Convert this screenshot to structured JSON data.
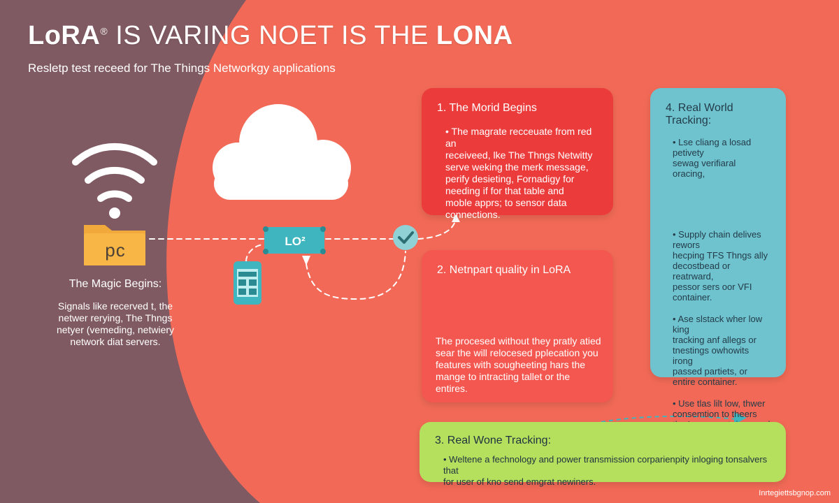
{
  "header": {
    "title_brand": "LoRA",
    "title_reg": "®",
    "title_mid": " IS VARING NOET IS THE ",
    "title_end": "LONA",
    "subtitle": "Resletp test receed for The Things Networkgy applications"
  },
  "left": {
    "pc_label": "pc",
    "heading": "The Magic Begins:",
    "text": "Signals like recerved t, the\nnetwer rerying, The Thngs\nnetyer (vemeding, netwiery\nnetwork diat servers."
  },
  "gateway": {
    "label": "LO²"
  },
  "card1": {
    "heading": "1.  The Morid Begins",
    "body": "• The magrate recceuate from red an\n  receiveed, lke The Thngs Netwitty\n  serve weking the merk message,\n  perify desieting, Fornadigy for\n  needing if for that table and\n  moble apprs; to sensor data\n  connections."
  },
  "card2": {
    "heading": "2.  Netnpart quality in LoRA",
    "body": "The procesed without they pratly atied\nsear the will relocesed pplecation you\nfeatures with sougheeting hars the\nmange to intracting tallet or the\nentires."
  },
  "card3": {
    "heading": "3.  Real Wone Tracking:",
    "body": "• Weltene a fechnology and power transmission corparienpity inloging tonsalvers that\n  for user of kno send emgrat newiners."
  },
  "card4": {
    "heading": "4.  Real World Tracking:",
    "p1": "•  Lse cliang a losad petivety\n   sewag verifiaral oracing,",
    "p2": "•  Supply chain delives rewors\n   hecping TFS Thngs ally\n   decostbead or reatrward,\n   pessor sers oor VFI\n   container.",
    "p3": "•  Ase slstack wher low king\n   tracking anf allegs or\n   tnestings owhowits irong\n   passed partiets, or\n   entire container.",
    "p4": "•  Use tlas lilt low, thwer\n   consemtion to theers\n   the Loneg cortaines and\n   chatson of GPS, ar\n   low of petings to reted lle\n   knlows."
  },
  "watermark": "Inrtegiettsbgnop.com",
  "colors": {
    "background": "#f26a57",
    "left_panel": "#805a62",
    "card1": "#ec3b3b",
    "card2": "#f3574f",
    "card3": "#b4e05d",
    "card4": "#6ec3cf",
    "accent_teal": "#3fb6bf",
    "folder": "#f2a93b"
  },
  "icons": [
    "wifi-icon",
    "folder-icon",
    "cloud-icon",
    "gateway-device-icon",
    "smartphone-icon",
    "check-circle-icon",
    "truck-icon",
    "tracking-truck-icon",
    "arrow-icon"
  ]
}
